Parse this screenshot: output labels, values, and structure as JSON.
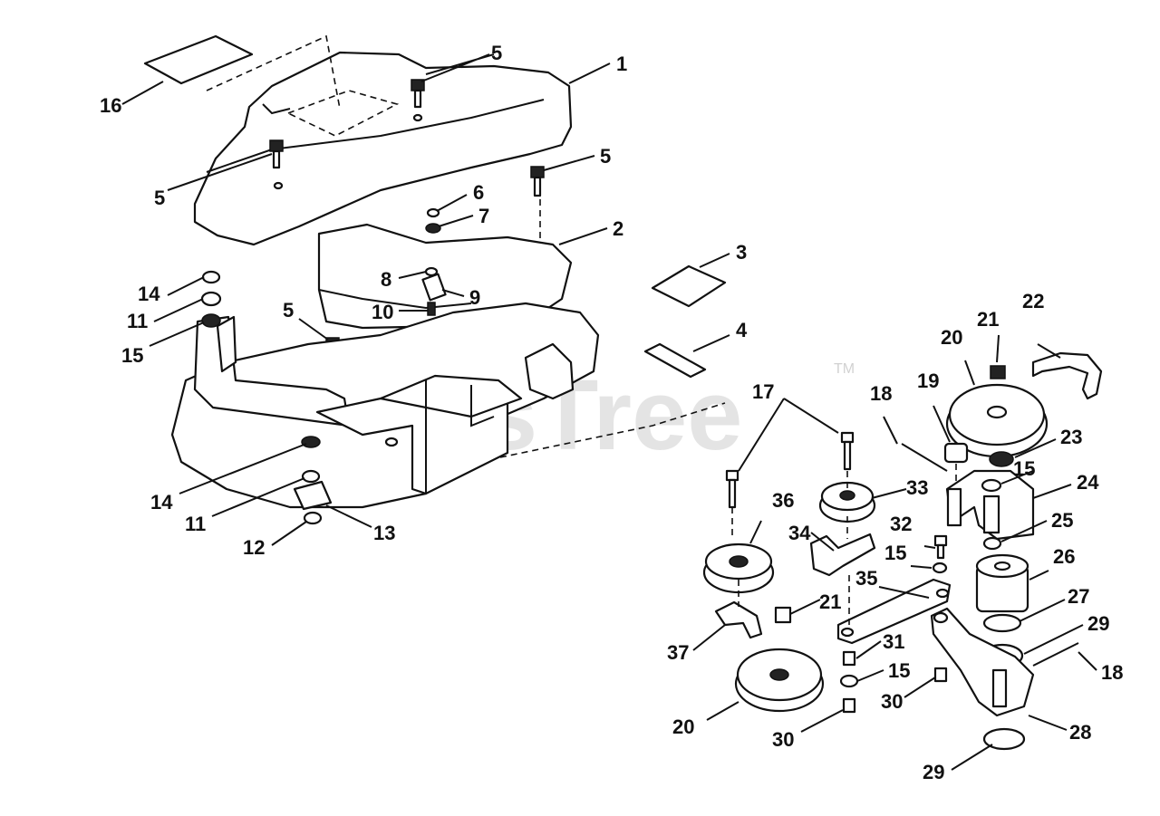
{
  "diagram": {
    "watermark": "PartsTree",
    "watermark_mark": "TM",
    "callouts": [
      {
        "id": "c1",
        "text": "1"
      },
      {
        "id": "c2",
        "text": "2"
      },
      {
        "id": "c3",
        "text": "3"
      },
      {
        "id": "c4",
        "text": "4"
      },
      {
        "id": "c5a",
        "text": "5"
      },
      {
        "id": "c5b",
        "text": "5"
      },
      {
        "id": "c5c",
        "text": "5"
      },
      {
        "id": "c5d",
        "text": "5"
      },
      {
        "id": "c6",
        "text": "6"
      },
      {
        "id": "c7",
        "text": "7"
      },
      {
        "id": "c8",
        "text": "8"
      },
      {
        "id": "c9",
        "text": "9"
      },
      {
        "id": "c10",
        "text": "10"
      },
      {
        "id": "c11a",
        "text": "11"
      },
      {
        "id": "c11b",
        "text": "11"
      },
      {
        "id": "c12",
        "text": "12"
      },
      {
        "id": "c13",
        "text": "13"
      },
      {
        "id": "c14a",
        "text": "14"
      },
      {
        "id": "c14b",
        "text": "14"
      },
      {
        "id": "c15a",
        "text": "15"
      },
      {
        "id": "c15b",
        "text": "15"
      },
      {
        "id": "c15c",
        "text": "15"
      },
      {
        "id": "c15d",
        "text": "15"
      },
      {
        "id": "c16",
        "text": "16"
      },
      {
        "id": "c17",
        "text": "17"
      },
      {
        "id": "c18a",
        "text": "18"
      },
      {
        "id": "c18b",
        "text": "18"
      },
      {
        "id": "c19",
        "text": "19"
      },
      {
        "id": "c20a",
        "text": "20"
      },
      {
        "id": "c20b",
        "text": "20"
      },
      {
        "id": "c21a",
        "text": "21"
      },
      {
        "id": "c21b",
        "text": "21"
      },
      {
        "id": "c22",
        "text": "22"
      },
      {
        "id": "c23",
        "text": "23"
      },
      {
        "id": "c24",
        "text": "24"
      },
      {
        "id": "c25",
        "text": "25"
      },
      {
        "id": "c26",
        "text": "26"
      },
      {
        "id": "c27",
        "text": "27"
      },
      {
        "id": "c28",
        "text": "28"
      },
      {
        "id": "c29a",
        "text": "29"
      },
      {
        "id": "c29b",
        "text": "29"
      },
      {
        "id": "c30a",
        "text": "30"
      },
      {
        "id": "c30b",
        "text": "30"
      },
      {
        "id": "c31",
        "text": "31"
      },
      {
        "id": "c32",
        "text": "32"
      },
      {
        "id": "c33",
        "text": "33"
      },
      {
        "id": "c34",
        "text": "34"
      },
      {
        "id": "c35",
        "text": "35"
      },
      {
        "id": "c36",
        "text": "36"
      },
      {
        "id": "c37",
        "text": "37"
      }
    ]
  }
}
